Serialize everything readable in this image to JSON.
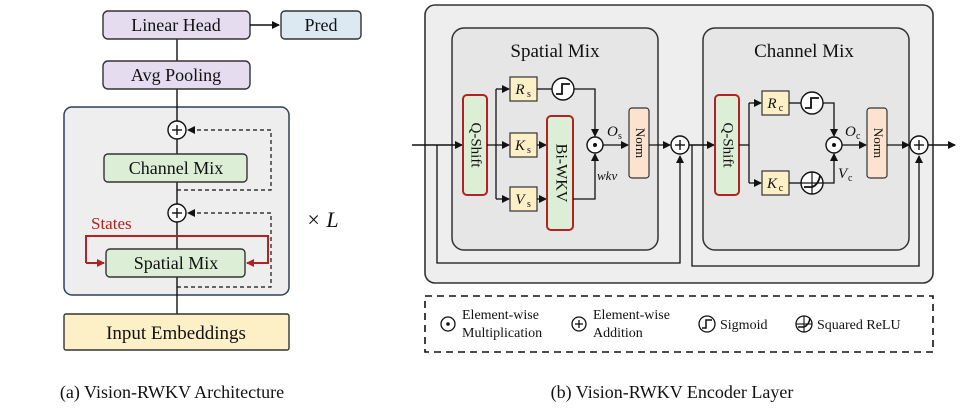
{
  "left": {
    "linear_head": "Linear Head",
    "pred": "Pred",
    "avg_pooling": "Avg Pooling",
    "channel_mix": "Channel Mix",
    "states": "States",
    "spatial_mix": "Spatial Mix",
    "repeat_label": "× L",
    "input_embeddings": "Input Embeddings",
    "caption": "(a) Vision-RWKV Architecture"
  },
  "right": {
    "spatial_mix_title": "Spatial Mix",
    "channel_mix_title": "Channel Mix",
    "q_shift": "Q-Shift",
    "bi_wkv": "Bi-WKV",
    "norm": "Norm",
    "r_s": "R",
    "r_s_sub": "s",
    "k_s": "K",
    "k_s_sub": "s",
    "v_s": "V",
    "v_s_sub": "s",
    "o_s": "O",
    "o_s_sub": "s",
    "wkv": "wkv",
    "r_c": "R",
    "r_c_sub": "c",
    "k_c": "K",
    "k_c_sub": "c",
    "o_c": "O",
    "o_c_sub": "c",
    "v_c": "V",
    "v_c_sub": "c",
    "caption": "(b) Vision-RWKV Encoder Layer"
  },
  "legend": {
    "mult_line1": "Element-wise",
    "mult_line2": "Multiplication",
    "add_line1": "Element-wise",
    "add_line2": "Addition",
    "sigmoid": "Sigmoid",
    "relu": "Squared ReLU"
  },
  "colors": {
    "purple_fill": "#e6dcef",
    "blue_fill": "#dce9f3",
    "green_fill": "#dcefd6",
    "yellow_fill": "#fdf0c6",
    "peach_fill": "#fbe3cf",
    "gray_fill": "#eeeeee",
    "red": "#b22222",
    "navy": "#2f3f5f"
  }
}
